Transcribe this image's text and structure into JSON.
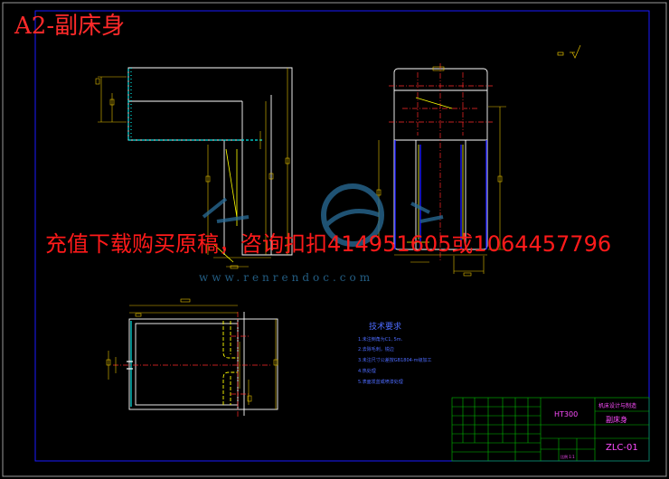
{
  "drawing": {
    "title": "A2-副床身",
    "banner": "充值下载购买原稿，咨询扣扣414951605或1064457796",
    "watermark": "www.renrendoc.com",
    "notes": {
      "title": "技术要求",
      "items": [
        "1.未注倒角为C1, 5m.",
        "2.去除毛刺，锐边",
        "3.未注尺寸公差按GB1804-m级加工",
        "4.热处理",
        "5.表面发蓝或喷漆处理"
      ]
    },
    "title_block": {
      "company": "机床设计与制造",
      "part_name": "副床身",
      "code": "ZLC-01",
      "material": "HT300",
      "scale_label": "比例 1:1"
    },
    "colors": {
      "background": "#000000",
      "border": "#1a1aff",
      "outline": "#ffffff",
      "dimension": "#e6c200",
      "centerline": "#ff2a2a",
      "hidden": "#ffff00",
      "hatch": "#00e6e6",
      "notes": "#4d6bff",
      "title_block": "#00c000",
      "title_text": "#ff4dff",
      "banner": "#ff1a1a"
    }
  }
}
